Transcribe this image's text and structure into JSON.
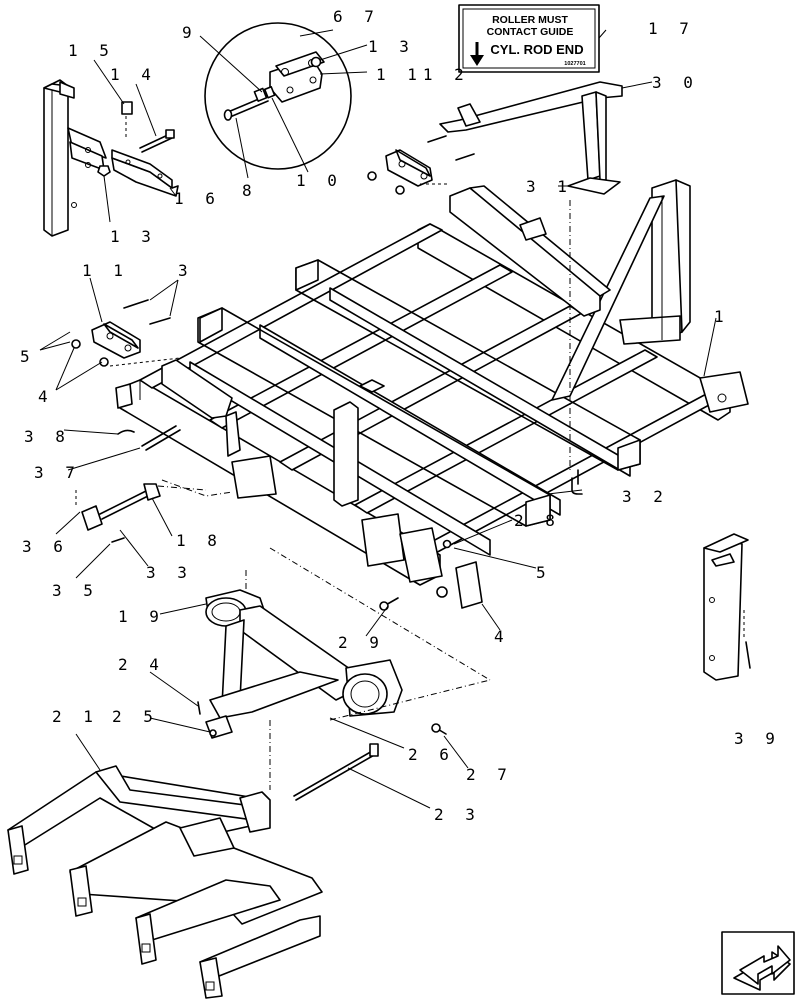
{
  "decal": {
    "line1": "ROLLER MUST",
    "line2": "CONTACT GUIDE",
    "line3": "CYL. ROD END",
    "part_no": "1027701"
  },
  "callouts": {
    "c1": "1",
    "c3": "3",
    "c4a": "4",
    "c4b": "4",
    "c5a": "5",
    "c5b": "5",
    "c67": "6 7",
    "c8": "8",
    "c9": "9",
    "c10": "1 0",
    "c11a": "1 1",
    "c1112": "1 11 2",
    "c13a": "1 3",
    "c13b": "1 3",
    "c14": "1 4",
    "c15": "1 5",
    "c16": "1 6",
    "c17": "1 7",
    "c18": "1 8",
    "c19": "1 9",
    "c21": "2 1",
    "c23": "2 3",
    "c24": "2 4",
    "c25": "2 5",
    "c26": "2 6",
    "c27": "2 7",
    "c28": "2 8",
    "c29": "2 9",
    "c30": "3 0",
    "c31": "3 1",
    "c32": "3 2",
    "c33": "3 3",
    "c35": "3 5",
    "c36": "3 6",
    "c37": "3 7",
    "c38": "3 8",
    "c39": "3 9"
  },
  "nav_icon": "next-page-arrow-icon"
}
